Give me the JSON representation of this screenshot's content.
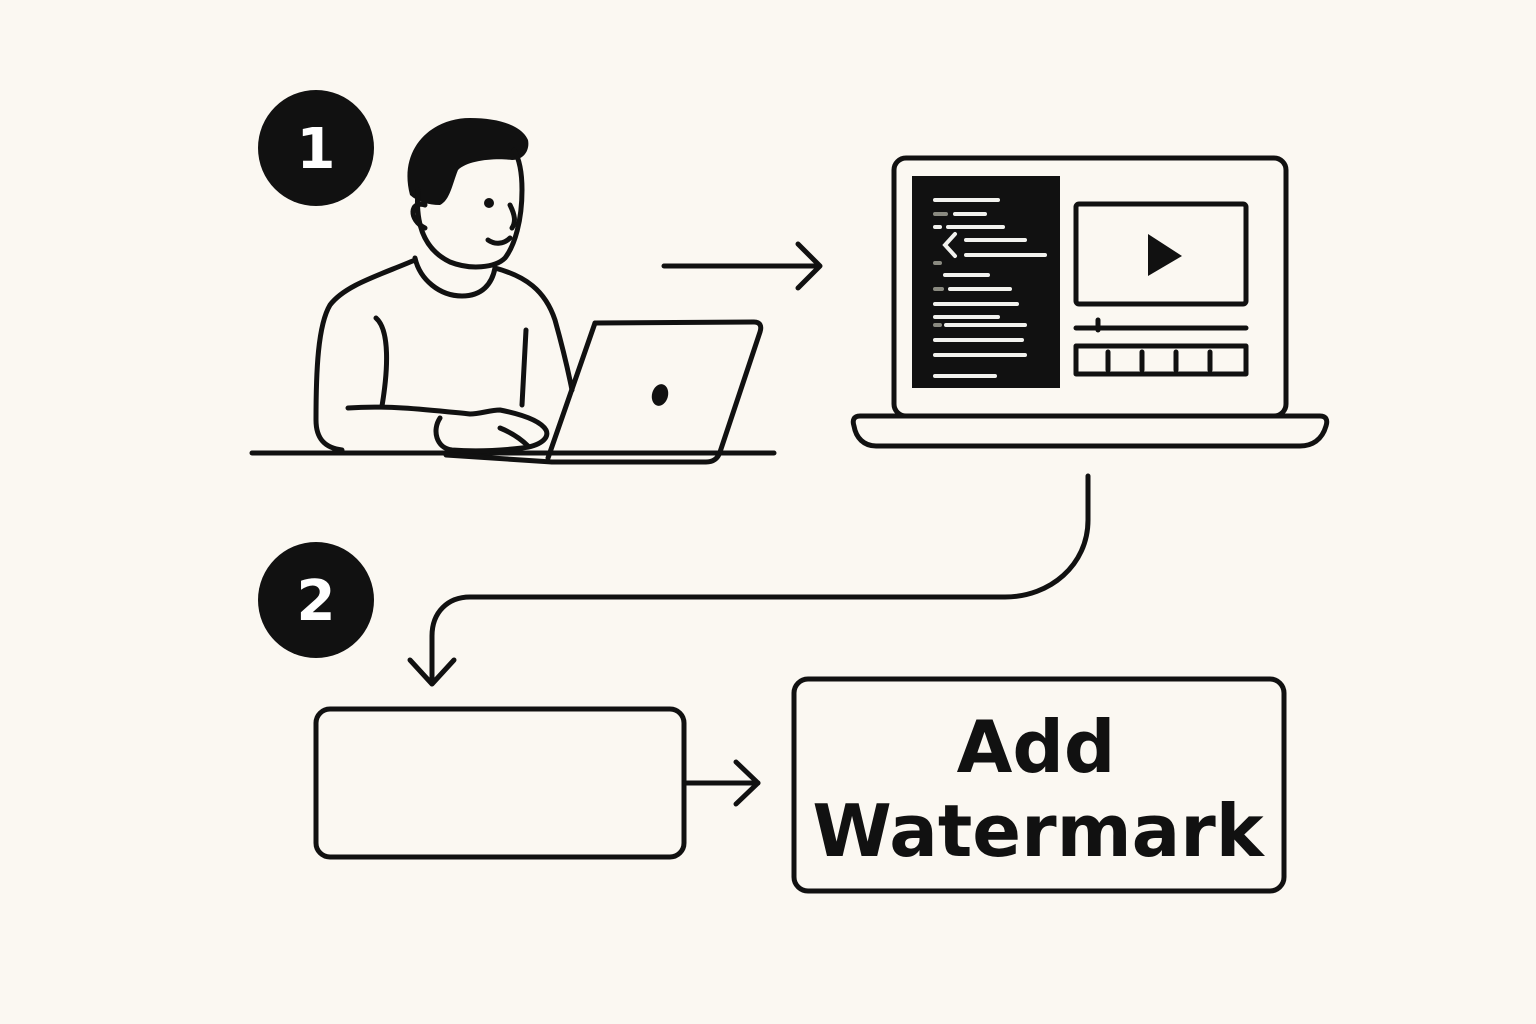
{
  "colors": {
    "background": "#fbf8f2",
    "ink": "#111111",
    "screen_code_text": "#f2f2ee",
    "screen_code_dim": "#8a8a80"
  },
  "steps": [
    {
      "number": "1"
    },
    {
      "number": "2"
    }
  ],
  "illustrations": {
    "person": "person-at-laptop-illustration",
    "editor": "video-editor-laptop-icon"
  },
  "boxes": {
    "blank": "",
    "watermark": {
      "line1": "Add",
      "line2": "Watermark"
    }
  }
}
